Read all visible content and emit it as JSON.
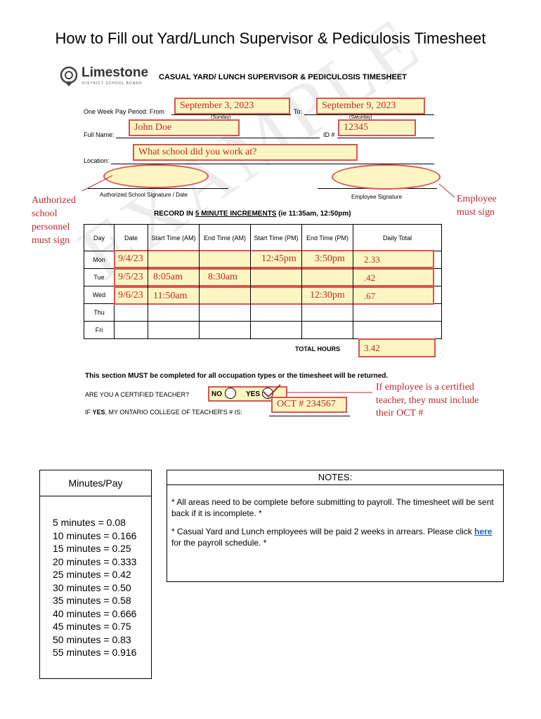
{
  "page_title": "How to Fill out Yard/Lunch Supervisor & Pediculosis Timesheet",
  "logo": {
    "name": "Limestone",
    "sub": "DISTRICT SCHOOL BOARD"
  },
  "form": {
    "title": "CASUAL YARD/ LUNCH SUPERVISOR & PEDICULOSIS TIMESHEET",
    "pay_period_label": "One Week Pay Period:  From",
    "to_label": "To:",
    "from_value": "September 3, 2023",
    "to_value": "September 9, 2023",
    "sunday_hint": "(Sunday)",
    "saturday_hint": "(Saturday)",
    "full_name_label": "Full Name:",
    "full_name_value": "John Doe",
    "id_label": "ID #",
    "id_value": "12345",
    "location_label": "Location:",
    "location_value": "What school did you work at?",
    "auth_sig_label": "Authorized School Signature / Date",
    "emp_sig_label": "Employee Signature",
    "record_prefix": "RECORD IN ",
    "record_underline": "5 MINUTE INCREMENTS",
    "record_suffix": " (ie 11:35am, 12:50pm)",
    "table_headers": [
      "Day",
      "Date",
      "Start Time (AM)",
      "End Time (AM)",
      "Start Time (PM)",
      "End Time (PM)",
      "Daily Total"
    ],
    "rows": [
      {
        "day": "Mon",
        "date": "9/4/23",
        "start_am": "",
        "end_am": "",
        "start_pm": "12:45pm",
        "end_pm": "3:50pm",
        "total": "2.33"
      },
      {
        "day": "Tue",
        "date": "9/5/23",
        "start_am": "8:05am",
        "end_am": "8:30am",
        "start_pm": "",
        "end_pm": "",
        "total": ".42"
      },
      {
        "day": "Wed",
        "date": "9/6/23",
        "start_am": "11:50am",
        "end_am": "",
        "start_pm": "",
        "end_pm": "12:30pm",
        "total": ".67"
      },
      {
        "day": "Thu",
        "date": "",
        "start_am": "",
        "end_am": "",
        "start_pm": "",
        "end_pm": "",
        "total": ""
      },
      {
        "day": "Fri",
        "date": "",
        "start_am": "",
        "end_am": "",
        "start_pm": "",
        "end_pm": "",
        "total": ""
      }
    ],
    "total_hours_label": "TOTAL HOURS",
    "total_hours_value": "3.42",
    "must_complete": "This section MUST be completed for all occupation types or the timesheet will be returned.",
    "certified_question": "ARE YOU A CERTIFIED TEACHER?",
    "no_label": "NO",
    "yes_label": "YES",
    "oct_prefix": "IF ",
    "oct_bold": "YES",
    "oct_suffix": ", MY ONTARIO COLLEGE OF TEACHER'S # IS:",
    "oct_value": "OCT # 234567",
    "watermark": "EXAMPLE"
  },
  "annotations": {
    "authorized": [
      "Authorized",
      "school",
      "personnel",
      "must sign"
    ],
    "employee": [
      "Employee",
      "must sign"
    ],
    "certified": [
      "If employee is a certified",
      "teacher, they must include",
      "their OCT #"
    ]
  },
  "minutes_pay": {
    "title": "Minutes/Pay",
    "items": [
      "5 minutes = 0.08",
      "10 minutes = 0.166",
      "15 minutes = 0.25",
      "20 minutes = 0.333",
      "25 minutes = 0.42",
      "30 minutes = 0.50",
      "35 minutes = 0.58",
      "40 minutes = 0.666",
      "45 minutes = 0.75",
      "50 minutes = 0.83",
      "55 minutes = 0.916"
    ]
  },
  "notes": {
    "title": "NOTES:",
    "note1": "* All areas need to be complete before submitting to payroll. The timesheet will be sent back if it is incomplete. *",
    "note2_before": "* Casual Yard and Lunch employees will be paid 2 weeks in arrears. Please click ",
    "note2_link": "here",
    "note2_after": " for the payroll schedule. *"
  },
  "colors": {
    "annotation_red": "#c0272d",
    "highlight_fill": "#fdf6c3",
    "link_blue": "#1f5fbf"
  }
}
